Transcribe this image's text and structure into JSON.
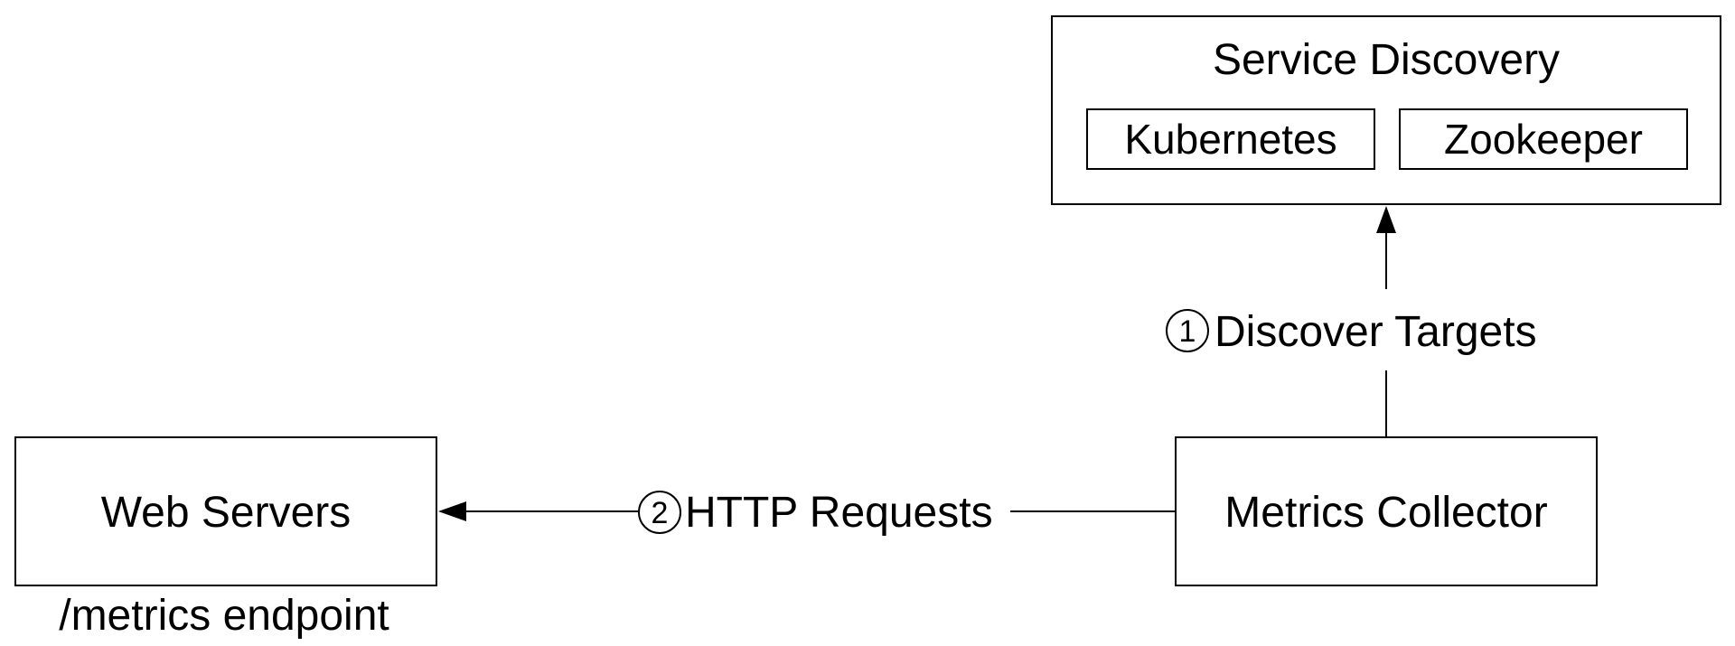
{
  "service_discovery": {
    "title": "Service Discovery",
    "items": [
      {
        "label": "Kubernetes"
      },
      {
        "label": "Zookeeper"
      }
    ]
  },
  "metrics_collector": {
    "label": "Metrics Collector"
  },
  "web_servers": {
    "label": "Web Servers",
    "caption": "/metrics endpoint"
  },
  "edges": {
    "discover": {
      "step": "1",
      "label": "Discover Targets"
    },
    "http": {
      "step": "2",
      "label": "HTTP Requests"
    }
  }
}
